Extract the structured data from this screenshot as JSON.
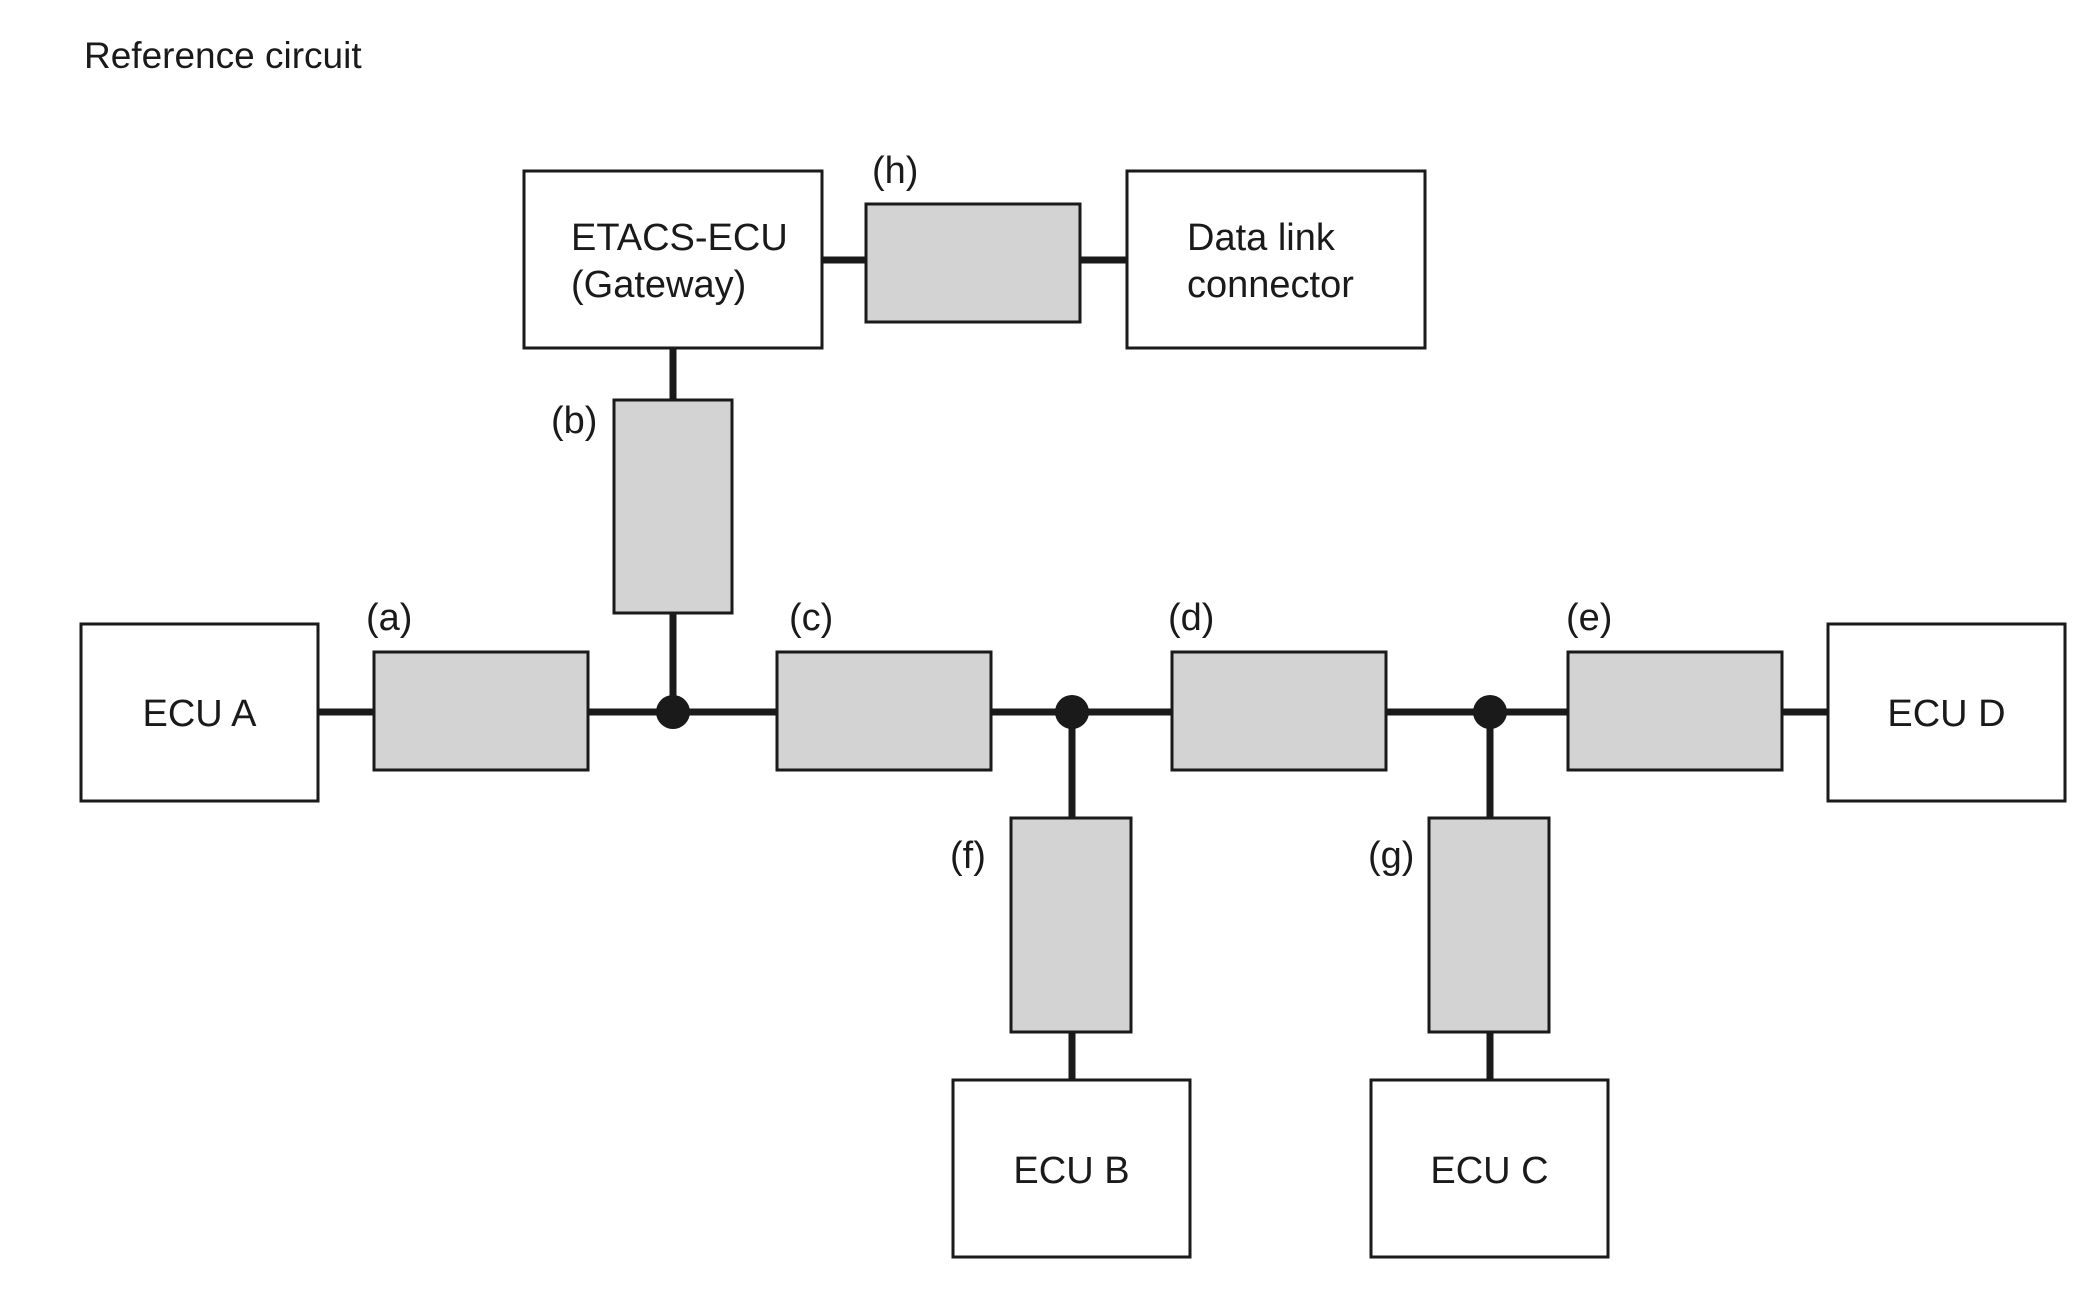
{
  "title": "Reference circuit",
  "nodes": {
    "etacs": {
      "line1": "ETACS-ECU",
      "line2": "(Gateway)"
    },
    "dlc": {
      "line1": "Data link",
      "line2": "connector"
    },
    "ecu_a": "ECU A",
    "ecu_b": "ECU B",
    "ecu_c": "ECU C",
    "ecu_d": "ECU D"
  },
  "segments": {
    "a": "(a)",
    "b": "(b)",
    "c": "(c)",
    "d": "(d)",
    "e": "(e)",
    "f": "(f)",
    "g": "(g)",
    "h": "(h)"
  }
}
